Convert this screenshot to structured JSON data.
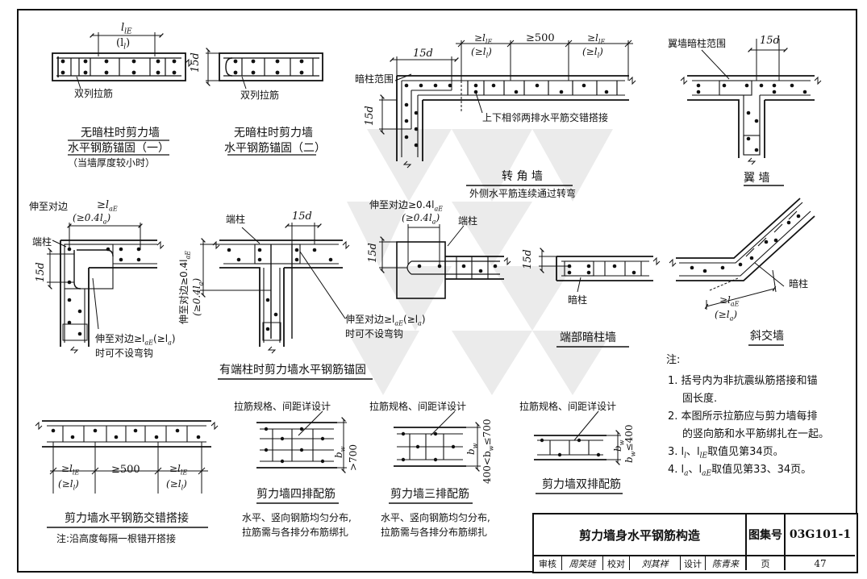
{
  "labels": {
    "d1_lIE": "l",
    "d1_lIE_sub": "lE",
    "d1_ll": "(l",
    "d1_ll_sub": "l",
    "d1_ll_end": ")",
    "d1_note": "双列拉筋",
    "d1_cap1": "无暗柱时剪力墙",
    "d1_cap2": "水平钢筋锚固（一）",
    "d1_cap3": "（当墙厚度较小时）",
    "d2_15d": "15d",
    "d2_note": "双列拉筋",
    "d2_cap1": "无暗柱时剪力墙",
    "d2_cap2": "水平钢筋锚固（二）",
    "corner_15d_a": "15d",
    "corner_lIE_top": "≥l",
    "corner_lIE_top_sub": "lE",
    "corner_ll_top": "(≥l",
    "corner_ll_top_sub": "l",
    "corner_500": "≥500",
    "corner_lIE_top2": "≥l",
    "corner_lIE_top2_sub": "lE",
    "corner_ll_top2": "(≥l",
    "corner_ll_top2_sub": "l",
    "corner_15d_side": "15d",
    "corner_range": "暗柱范围",
    "corner_note": "上下相邻两排水平筋交错搭接",
    "corner_cap1": "转 角 墙",
    "corner_cap2": "外侧水平筋连续通过转弯",
    "wing_range": "翼墙暗柱范围",
    "wing_15d": "15d",
    "wing_cap": "翼    墙",
    "end_extend": "伸至对边",
    "end_laE": "≥l",
    "end_laE_sub": "aE",
    "end_04la": "(≥0.4l",
    "end_04la_sub": "a",
    "end_04la_end": ")",
    "end_col": "端柱",
    "end_15d": "15d",
    "end_note1": "伸至对边≥l",
    "end_note1_sub": "aE",
    "end_note1b": "(≥l",
    "end_note1b_sub": "a",
    "end_note1_end": ")",
    "end_note2": "时可不设弯钩",
    "t_col": "端柱",
    "t_15d": "15d",
    "t_vert": "伸至对边≥0.4l",
    "t_vert_sub": "aE",
    "t_vert2": "(≥0.4l",
    "t_vert2_sub": "a",
    "t_vert2_end": ")",
    "t_note1": "伸至对边≥l",
    "t_note1_sub": "aE",
    "t_note1b": "(≥l",
    "t_note1b_sub": "a",
    "t_note1_end": ")",
    "t_note2": "时可不设弯钩",
    "group_cap": "有端柱时剪力墙水平钢筋锚固",
    "m_extend": "伸至对边≥0.4l",
    "m_extend_sub": "aE",
    "m_04la": "(≥0.4l",
    "m_04la_sub": "a",
    "m_04la_end": ")",
    "m_col": "端柱",
    "m_15d": "15d",
    "ec_15d": "15d",
    "ec_col": "暗柱",
    "ec_cap": "端部暗柱墙",
    "ob_col": "暗柱",
    "ob_laE": "≥l",
    "ob_laE_sub": "aE",
    "ob_la": "(≥l",
    "ob_la_sub": "a",
    "ob_la_end": ")",
    "ob_cap": "斜交墙",
    "lap_lIE1": "≥l",
    "lap_lIE1_sub": "lE",
    "lap_ll1": "(≥l",
    "lap_ll1_sub": "l",
    "lap_ll1_end": ")",
    "lap_500": "≥500",
    "lap_lIE2": "≥l",
    "lap_lIE2_sub": "lE",
    "lap_ll2": "(≥l",
    "lap_ll2_sub": "l",
    "lap_ll2_end": ")",
    "lap_cap": "剪力墙水平钢筋交错搭接",
    "lap_note": "注:沿高度每隔一根错开搭接",
    "s4_tie": "拉筋规格、间距详设计",
    "s4_bw": "b",
    "s4_bw_sub": "w",
    "s4_700": ">700",
    "s4_cap": "剪力墙四排配筋",
    "s4_txt1": "水平、竖向钢筋均匀分布,",
    "s4_txt2": "拉筋需与各排分布筋绑扎",
    "s3_tie": "拉筋规格、间距详设计",
    "s3_bw": "b",
    "s3_bw_sub": "w",
    "s3_range": "400<b",
    "s3_range_sub": "w",
    "s3_range_end": "≤700",
    "s3_cap": "剪力墙三排配筋",
    "s3_txt1": "水平、竖向钢筋均匀分布,",
    "s3_txt2": "拉筋需与各排分布筋绑扎",
    "s2_tie": "拉筋规格、间距详设计",
    "s2_bw": "b",
    "s2_bw_sub": "w",
    "s2_range": "b",
    "s2_range_sub": "w",
    "s2_range_end": "≤400",
    "s2_cap": "剪力墙双排配筋"
  },
  "notes": {
    "title": "注:",
    "n1a": "1. 括号内为非抗震纵筋搭接和锚",
    "n1b": "固长度.",
    "n2a": "2. 本图所示拉筋应与剪力墙每排",
    "n2b": "的竖向筋和水平筋绑扎在一起。",
    "n3": "3. l",
    "n3_s1": "l",
    "n3_mid": "、l",
    "n3_s2": "lE",
    "n3_end": "取值见第34页。",
    "n4": "4. l",
    "n4_s1": "a",
    "n4_mid": "、l",
    "n4_s2": "aE",
    "n4_end": "取值见第33、34页。"
  },
  "title_block": {
    "title": "剪力墙身水平钢筋构造",
    "atlas_label": "图集号",
    "atlas_no": "03G101-1",
    "review": "审核",
    "review_sig": "周笑琏",
    "check": "校对",
    "check_sig": "刘其祥",
    "design": "设计",
    "design_sig": "陈青来",
    "page_label": "页",
    "page_no": "47"
  }
}
